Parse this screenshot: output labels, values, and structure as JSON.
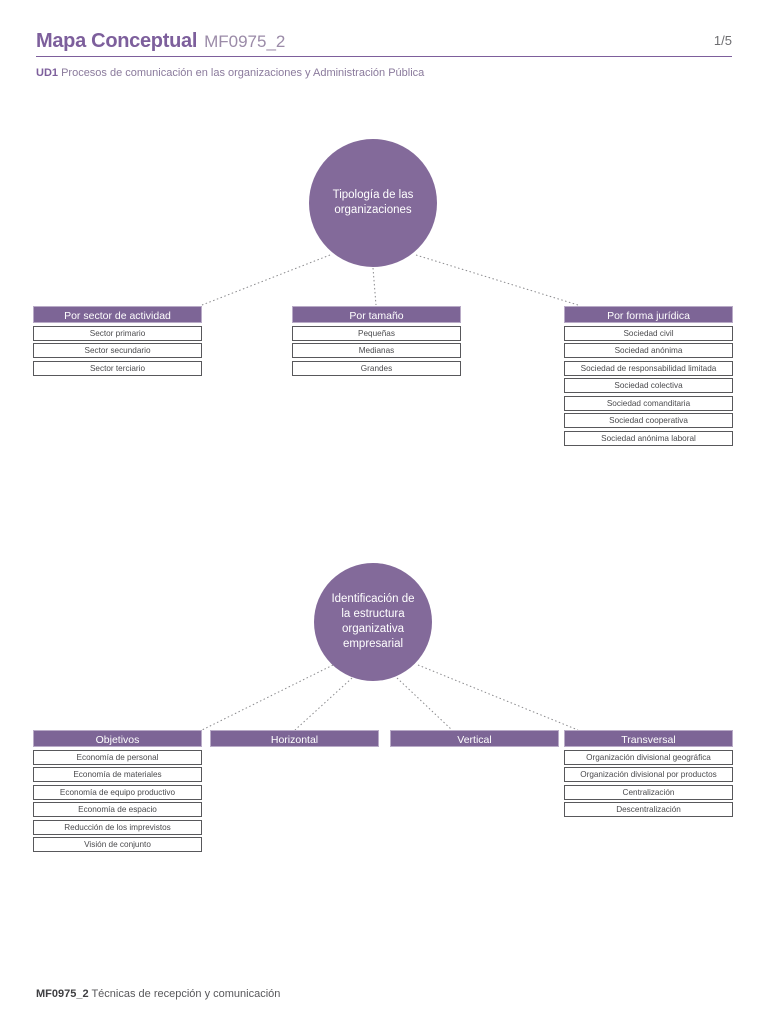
{
  "header": {
    "title": "Mapa Conceptual",
    "code": "MF0975_2",
    "page_number": "1/5",
    "unit_code": "UD1",
    "unit_title": " Procesos de comunicación en las organizaciones y Administración Pública",
    "accent_color": "#7d5f9c"
  },
  "footer": {
    "code": "MF0975_2",
    "text": " Técnicas de recepción y comunicación"
  },
  "theme": {
    "circle_color": "#836a9a",
    "header_bar_color": "#7d6596",
    "box_border_color": "#58585b",
    "connector_color": "#8a8a8d"
  },
  "maps": [
    {
      "hub": "Tipología de las organizaciones",
      "branches": [
        {
          "header": "Por sector de actividad",
          "items": [
            "Sector primario",
            "Sector secundario",
            "Sector terciario"
          ]
        },
        {
          "header": "Por tamaño",
          "items": [
            "Pequeñas",
            "Medianas",
            "Grandes"
          ]
        },
        {
          "header": "Por forma jurídica",
          "items": [
            "Sociedad civil",
            "Sociedad anónima",
            "Sociedad de responsabilidad limitada",
            "Sociedad colectiva",
            "Sociedad comanditaria",
            "Sociedad cooperativa",
            "Sociedad anónima laboral"
          ]
        }
      ]
    },
    {
      "hub": "Identificación de la estructura organizativa empresarial",
      "branches": [
        {
          "header": "Objetivos",
          "items": [
            "Economía de personal",
            "Economía de materiales",
            "Economía de equipo productivo",
            "Economía de espacio",
            "Reducción de los imprevistos",
            "Visión de conjunto"
          ]
        },
        {
          "header": "Horizontal",
          "items": []
        },
        {
          "header": "Vertical",
          "items": []
        },
        {
          "header": "Transversal",
          "items": [
            "Organización divisional geográfica",
            "Organización divisional por productos",
            "Centralización",
            "Descentralización"
          ]
        }
      ]
    }
  ]
}
